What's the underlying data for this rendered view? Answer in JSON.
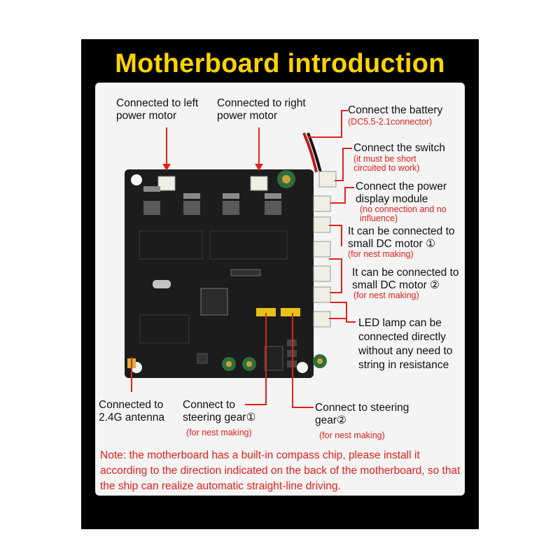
{
  "title": "Motherboard introduction",
  "labels": {
    "left_motor": "Connected to left power motor",
    "right_motor": "Connected to right power motor",
    "battery": "Connect the battery",
    "battery_sub": "(DC5.5-2.1connector)",
    "switch": "Connect the switch",
    "switch_sub": "(it must be short circuited to work)",
    "power_display": "Connect the power display module",
    "power_display_sub": "(no connection and no influence)",
    "dc_motor_1": "It can be connected to small DC motor ①",
    "dc_motor_1_sub": "(for nest making)",
    "dc_motor_2": "It can be connected to small DC motor ②",
    "dc_motor_2_sub": "(for nest making)",
    "led": "LED lamp can be connected directly without any need to string in resistance",
    "antenna": "Connected to 2.4G antenna",
    "steering_1": "Connect to steering gear①",
    "steering_1_sub": "(for nest making)",
    "steering_2": "Connect to steering gear②",
    "steering_2_sub": "(for nest making)"
  },
  "note": "Note: the motherboard has a built-in compass chip, please install it according to the direction indicated on the back of the motherboard, so that the ship can realize automatic straight-line driving.",
  "colors": {
    "title": "#ffd400",
    "annotation": "#e3211b",
    "pcb": "#1c1c1c",
    "connector": "#efefe6"
  }
}
